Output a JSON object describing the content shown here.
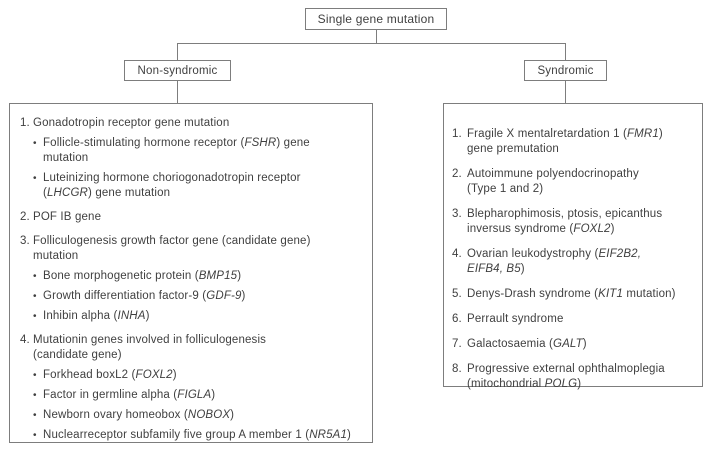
{
  "tree": {
    "root_label": "Single gene mutation",
    "left_branch_label": "Non-syndromic",
    "right_branch_label": "Syndromic"
  },
  "colors": {
    "line": "#7d7d7d",
    "text": "#3f3f3f",
    "background": "#ffffff"
  },
  "panels": {
    "non_syndromic": {
      "items": [
        {
          "num": "1.",
          "segments": [
            {
              "t": "Gonadotropin receptor gene mutation"
            }
          ],
          "bullets": [
            [
              {
                "t": "Follicle-stimulating hormone receptor ("
              },
              {
                "t": "FSHR",
                "i": true
              },
              {
                "t": ") gene"
              },
              {
                "br": true
              },
              {
                "t": "mutation"
              }
            ],
            [
              {
                "t": "Luteinizing hormone choriogonadotropin receptor"
              },
              {
                "br": true
              },
              {
                "t": "("
              },
              {
                "t": "LHCGR",
                "i": true
              },
              {
                "t": ") gene mutation"
              }
            ]
          ]
        },
        {
          "num": "2.",
          "segments": [
            {
              "t": "POF IB gene"
            }
          ],
          "bullets": []
        },
        {
          "num": "3.",
          "segments": [
            {
              "t": "Folliculogenesis growth factor gene (candidate gene)"
            },
            {
              "br": true
            },
            {
              "t": "mutation"
            }
          ],
          "bullets": [
            [
              {
                "t": "Bone morphogenetic protein ("
              },
              {
                "t": "BMP15",
                "i": true
              },
              {
                "t": ")"
              }
            ],
            [
              {
                "t": "Growth differentiation factor-9 ("
              },
              {
                "t": "GDF-9",
                "i": true
              },
              {
                "t": ")"
              }
            ],
            [
              {
                "t": "Inhibin alpha ("
              },
              {
                "t": "INHA",
                "i": true
              },
              {
                "t": ")"
              }
            ]
          ]
        },
        {
          "num": "4.",
          "segments": [
            {
              "t": "Mutationin genes involved in folliculogenesis"
            },
            {
              "br": true
            },
            {
              "t": "(candidate gene)"
            }
          ],
          "bullets": [
            [
              {
                "t": "Forkhead boxL2 ("
              },
              {
                "t": "FOXL2",
                "i": true
              },
              {
                "t": ")"
              }
            ],
            [
              {
                "t": "Factor in germline alpha ("
              },
              {
                "t": "FIGLA",
                "i": true
              },
              {
                "t": ")"
              }
            ],
            [
              {
                "t": "Newborn ovary homeobox ("
              },
              {
                "t": "NOBOX",
                "i": true
              },
              {
                "t": ")"
              }
            ],
            [
              {
                "t": "Nuclearreceptor subfamily five group A member 1 ("
              },
              {
                "t": "NR5A1",
                "i": true
              },
              {
                "t": ")"
              }
            ]
          ]
        }
      ]
    },
    "syndromic": {
      "items": [
        {
          "num": "1.",
          "segments": [
            {
              "t": "Fragile X mentalretardation 1 ("
            },
            {
              "t": "FMR1",
              "i": true
            },
            {
              "t": ")"
            },
            {
              "br": true
            },
            {
              "t": "gene premutation"
            }
          ],
          "bullets": []
        },
        {
          "num": "2.",
          "segments": [
            {
              "t": "Autoimmune polyendocrinopathy"
            },
            {
              "br": true
            },
            {
              "t": "(Type 1 and 2)"
            }
          ],
          "bullets": []
        },
        {
          "num": "3.",
          "segments": [
            {
              "t": "Blepharophimosis, ptosis, epicanthus"
            },
            {
              "br": true
            },
            {
              "t": "inversus syndrome ("
            },
            {
              "t": "FOXL2",
              "i": true
            },
            {
              "t": ")"
            }
          ],
          "bullets": []
        },
        {
          "num": "4.",
          "segments": [
            {
              "t": "Ovarian leukodystrophy ("
            },
            {
              "t": "EIF2B2,",
              "i": true
            },
            {
              "br": true
            },
            {
              "t": "EIFB4, B5",
              "i": true
            },
            {
              "t": ")"
            }
          ],
          "bullets": []
        },
        {
          "num": "5.",
          "segments": [
            {
              "t": "Denys-Drash syndrome ("
            },
            {
              "t": "KIT1",
              "i": true
            },
            {
              "t": " mutation)"
            }
          ],
          "bullets": []
        },
        {
          "num": "6.",
          "segments": [
            {
              "t": "Perrault syndrome"
            }
          ],
          "bullets": []
        },
        {
          "num": "7.",
          "segments": [
            {
              "t": "Galactosaemia ("
            },
            {
              "t": "GALT",
              "i": true
            },
            {
              "t": ")"
            }
          ],
          "bullets": []
        },
        {
          "num": "8.",
          "segments": [
            {
              "t": "Progressive external ophthalmoplegia"
            },
            {
              "br": true
            },
            {
              "t": "(mitochondrial "
            },
            {
              "t": "POLG",
              "i": true
            },
            {
              "t": ")"
            }
          ],
          "bullets": []
        }
      ]
    }
  }
}
